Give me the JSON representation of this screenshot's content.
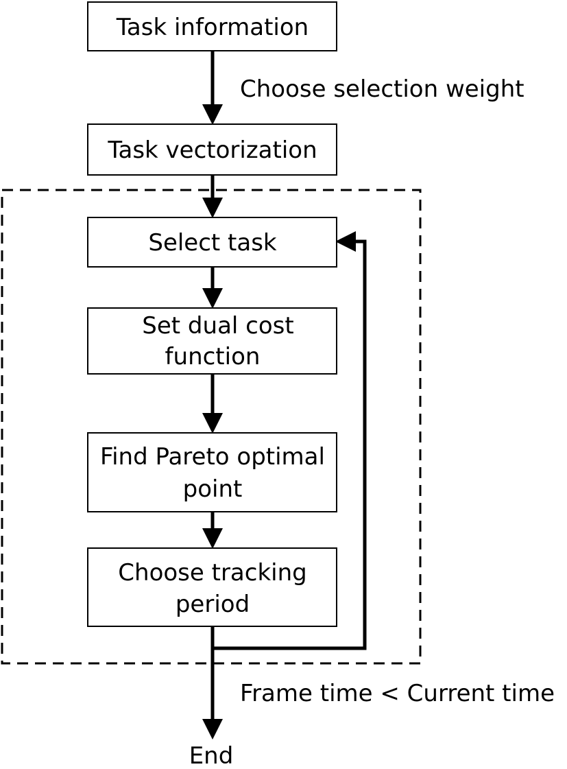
{
  "flowchart": {
    "nodes": [
      {
        "id": "task-information",
        "lines": [
          "Task information"
        ]
      },
      {
        "id": "task-vectorization",
        "lines": [
          "Task vectorization"
        ]
      },
      {
        "id": "select-task",
        "lines": [
          "Select task"
        ]
      },
      {
        "id": "set-dual-cost-function",
        "lines": [
          "Set dual cost",
          "function"
        ]
      },
      {
        "id": "find-pareto-optimal-point",
        "lines": [
          "Find Pareto optimal",
          "point"
        ]
      },
      {
        "id": "choose-tracking-period",
        "lines": [
          "Choose tracking",
          "period"
        ]
      }
    ],
    "edge_labels": {
      "selection_weight": "Choose selection weight",
      "loop_condition": "Frame time < Current time"
    },
    "terminal": "End"
  }
}
